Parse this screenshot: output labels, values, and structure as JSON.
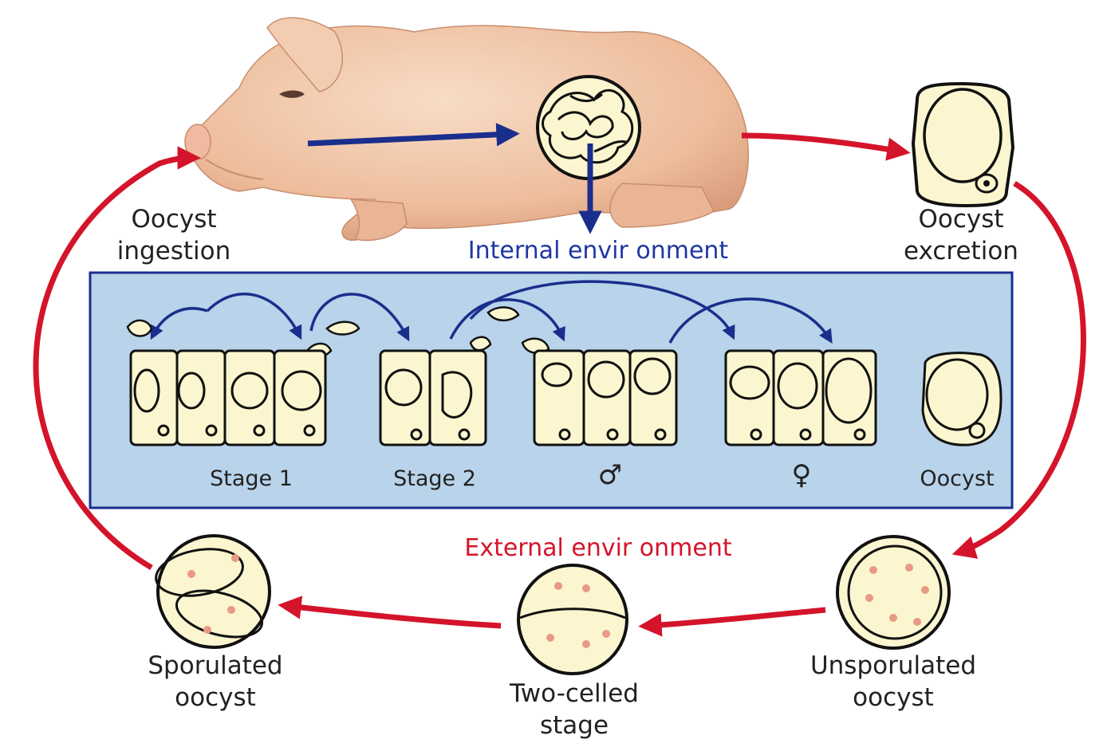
{
  "colors": {
    "red_arrow": "#d4142a",
    "blue_arrow": "#1a2e8c",
    "panel_fill": "#b8d3ea",
    "panel_border": "#1a2e8c",
    "cell_fill": "#fbf6cf",
    "pig_skin": "#f0c4a4",
    "dot": "#e89a84"
  },
  "labels": {
    "ingestion": [
      "Oocyst",
      "ingestion"
    ],
    "excretion": [
      "Oocyst",
      "excretion"
    ],
    "internal": "Internal envir onment",
    "external": "External envir onment",
    "sporulated": [
      "Sporulated",
      "oocyst"
    ],
    "two_celled": [
      "Two-celled",
      "stage"
    ],
    "unsporulated": [
      "Unsporulated",
      "oocyst"
    ]
  },
  "stages": {
    "stage1": "Stage 1",
    "stage2": "Stage  2",
    "male": "♂",
    "female": "♀",
    "oocyst": "Oocyst"
  },
  "icons": {
    "pig": "pig-illustration",
    "intestine": "intestine-icon",
    "oocyst": "oocyst-icon"
  }
}
